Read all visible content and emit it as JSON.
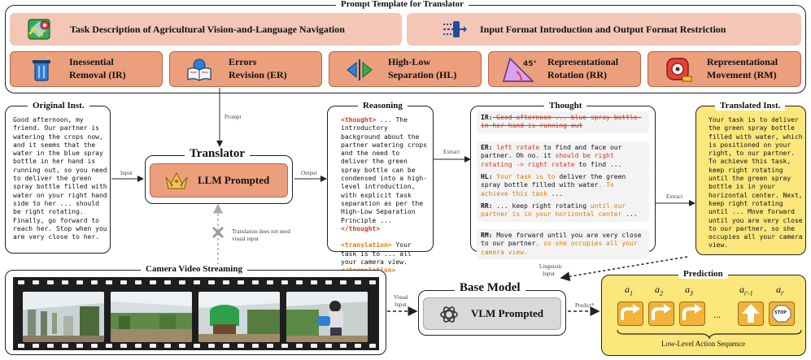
{
  "prompt_template": {
    "title": "Prompt Template for Translator",
    "task_description": "Task Description of Agricultural Vision-and-Language Navigation",
    "io_format": "Input Format Introduction and Output Format Restriction",
    "modules": [
      {
        "line1": "Inessential",
        "line2": "Removal (IR)"
      },
      {
        "line1": "Errors",
        "line2": "Revision (ER)"
      },
      {
        "line1": "High-Low",
        "line2": "Separation (HL)"
      },
      {
        "line1": "Representational",
        "line2": "Rotation (RR)"
      },
      {
        "line1": "Representational",
        "line2": "Movement (RM)"
      }
    ]
  },
  "original": {
    "title": "Original Inst.",
    "text": "Good afternoon, my friend. Our partner is watering the crops now, and it seems that the water in the blue spray bottle in her hand is running out, so you need to deliver the green spray bottle filled with water on your right hand side to her ... should be right rotating. Finally, go forward to reach her. Stop when you are very close to her."
  },
  "translator": {
    "title": "Translator",
    "llm_label": "LLM Prompted"
  },
  "reasoning": {
    "title": "Reasoning",
    "thought_open": "<thought>",
    "body": " ... The introductory background about the partner watering crops and the need to deliver the green spray bottle can be condensed into a high-level introduction, with explicit task separation as per the High-Low Separation Principle ... ",
    "thought_close": "</thought>",
    "translation_open": "<translation>",
    "translation_body": " Your task is to ... all your camera view. ",
    "translation_close": "</translation>"
  },
  "thought": {
    "title": "Thought",
    "ir_tag": "IR:",
    "ir_text": " Good afternoon ... blue spray bottle in her hand is running out",
    "er_tag": "ER:",
    "er_a": " left rotate",
    "er_b": " to find and face our partner. Oh no. it ",
    "er_c": "should be right rotating -> right rotate",
    "er_d": " to find ...",
    "hl_tag": "HL:",
    "hl_a": " Your task is to",
    "hl_b": " deliver the green spray bottle filled with water",
    "hl_c": ". To achieve this task",
    "hl_d": " ...",
    "rr_tag": "RR:",
    "rr_a": " ... keep right rotating ",
    "rr_b": "until our partner is in your horizontal center",
    "rr_c": " ...",
    "rm_tag": "RM:",
    "rm_a": " Move forward until you are very close to our partner",
    "rm_b": ", so she occupies all your camera view."
  },
  "translated": {
    "title": "Translated Inst.",
    "text": "Your task is to deliver the green spray bottle filled with water, which is positioned on your right, to our partner. To achieve this task, keep right rotating until the green spray bottle is in your horizontal center. Next, keep right rotating until ... Move forward until you are very close to our partner, so she occupies all your camera view."
  },
  "labels": {
    "prompt": "Prompt",
    "input": "Input",
    "output": "Output",
    "extract1": "Extract",
    "extract2": "Extract",
    "no_visual_1": "Translation does not need",
    "no_visual_2": "visual input",
    "linguistic_1": "Linguistic",
    "linguistic_2": "Input",
    "visual_1": "Visual",
    "visual_2": "Input",
    "predict": "Predict*"
  },
  "camera": {
    "title": "Camera Video Streaming"
  },
  "base_model": {
    "title": "Base Model",
    "vlm_label": "VLM Prompted"
  },
  "prediction": {
    "title": "Prediction",
    "a1": "a",
    "a1_sub": "1",
    "a2": "a",
    "a2_sub": "2",
    "a3": "a",
    "a3_sub": "3",
    "ellipsis": "...",
    "an1": "a",
    "an1_sub": "t'-1",
    "an": "a",
    "an_sub": "t'",
    "stop": "STOP",
    "sequence_label": "Low-Level Action Sequence"
  },
  "colors": {
    "salmon": "#f3c6b6",
    "orange": "#ec9f7d",
    "yellow": "#fbe77b",
    "action_yellow": "#f2b33b",
    "keyword_red": "#d7361f",
    "keyword_orange": "#e07b00"
  },
  "icons": [
    "map-icon",
    "translate-icon",
    "trash-icon",
    "book-icon",
    "arrows-icon",
    "angle-icon",
    "tape-measure-icon",
    "crown-icon",
    "openai-icon",
    "x-mark-icon",
    "turn-right-icon",
    "forward-arrow-icon",
    "stop-sign-icon"
  ]
}
